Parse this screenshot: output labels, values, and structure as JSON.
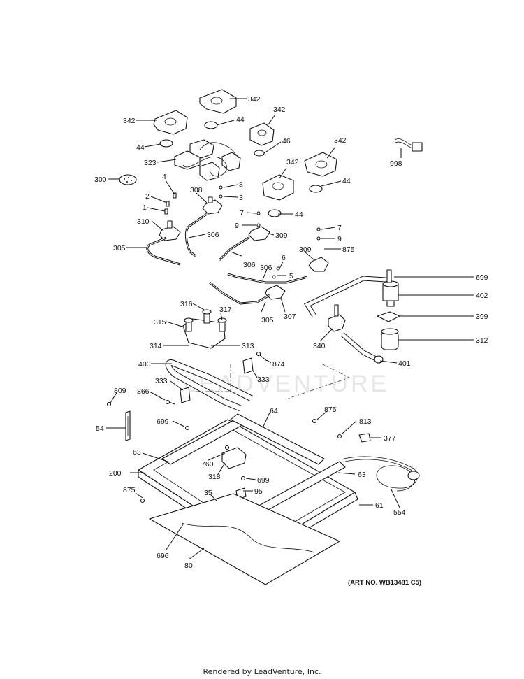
{
  "watermark": "LEADVENTURE",
  "art_number": "(ART NO. WB13481 C5)",
  "footer": "Rendered by LeadVenture, Inc.",
  "callouts": [
    "342",
    "342",
    "342",
    "342",
    "342",
    "44",
    "44",
    "44",
    "44",
    "46",
    "323",
    "300",
    "998",
    "4",
    "2",
    "1",
    "310",
    "305",
    "308",
    "306",
    "8",
    "3",
    "7",
    "9",
    "44",
    "309",
    "7",
    "9",
    "875",
    "306",
    "6",
    "5",
    "309",
    "306",
    "699",
    "402",
    "399",
    "312",
    "401",
    "340",
    "316",
    "317",
    "315",
    "314",
    "313",
    "400",
    "305",
    "307",
    "874",
    "333",
    "333",
    "809",
    "866",
    "54",
    "699",
    "64",
    "875",
    "813",
    "377",
    "63",
    "760",
    "318",
    "699",
    "95",
    "200",
    "63",
    "875",
    "35",
    "61",
    "554",
    "696",
    "80"
  ]
}
